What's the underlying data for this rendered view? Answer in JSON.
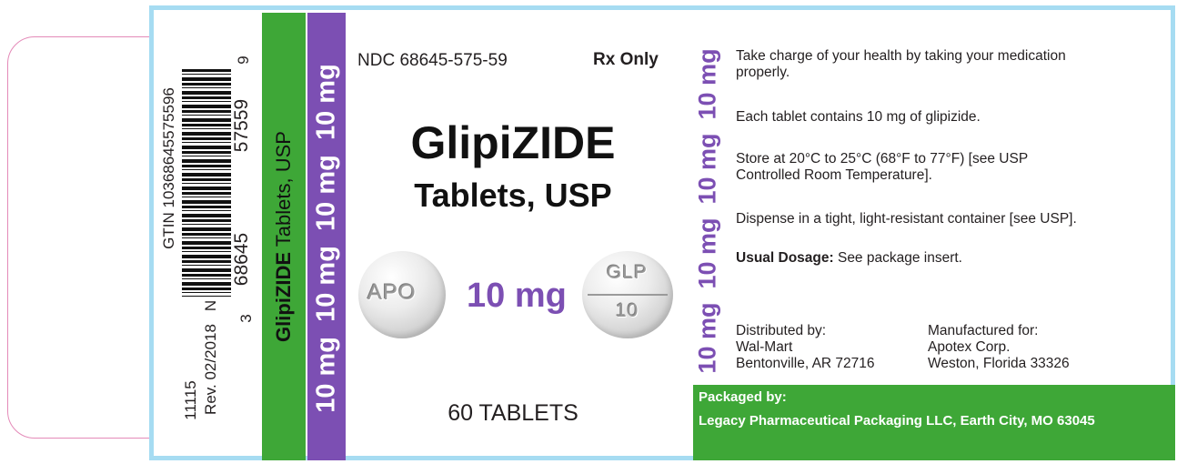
{
  "barcode": {
    "gtin_label": "GTIN",
    "gtin_number": "10368645575596",
    "n_label": "N",
    "digit_left": "3",
    "digits_center": "68645",
    "digits_right": "57559",
    "digit_check": "9"
  },
  "footer_codes": {
    "code": "11115",
    "revision": "Rev. 02/2018"
  },
  "green_strip": {
    "name_bold": "GlipiZIDE",
    "name_rest": " Tablets, USP"
  },
  "purple_strip": {
    "repeat_text": "10 mg  10 mg  10 mg  10 mg"
  },
  "center": {
    "ndc": "NDC  68645-575-59",
    "rx": "Rx Only",
    "drug_name": "GlipiZIDE",
    "drug_form": "Tablets, USP",
    "strength": "10 mg",
    "count": "60 TABLETS",
    "pill_left_imprint": "APO",
    "pill_right_imprint_top": "GLP",
    "pill_right_imprint_bottom": "10"
  },
  "side_strength": {
    "repeat_text": "10 mg  10 mg  10 mg  10 mg"
  },
  "info": {
    "line1": "Take charge of your health by taking your medication",
    "line1b": "properly.",
    "line2": "Each tablet contains 10 mg of glipizide.",
    "line3": "Store at 20°C to 25°C (68°F to 77°F) [see USP",
    "line3b": "Controlled Room Temperature].",
    "line4": "Dispense in a tight, light-resistant container [see USP].",
    "dosage_label": "Usual Dosage:",
    "dosage_text": " See package insert."
  },
  "distributor": {
    "label": "Distributed by:",
    "name": "Wal-Mart",
    "city": "Bentonville, AR  72716"
  },
  "manufacturer": {
    "label": "Manufactured for:",
    "name": "Apotex Corp.",
    "city": "Weston, Florida 33326"
  },
  "packager": {
    "label": "Packaged by:",
    "text": "Legacy Pharmaceutical Packaging LLC, Earth City, MO 63045"
  },
  "colors": {
    "green": "#3ea737",
    "purple": "#7c4fb3",
    "frame_blue": "#a6dcf2",
    "pink": "#e48ab8"
  }
}
